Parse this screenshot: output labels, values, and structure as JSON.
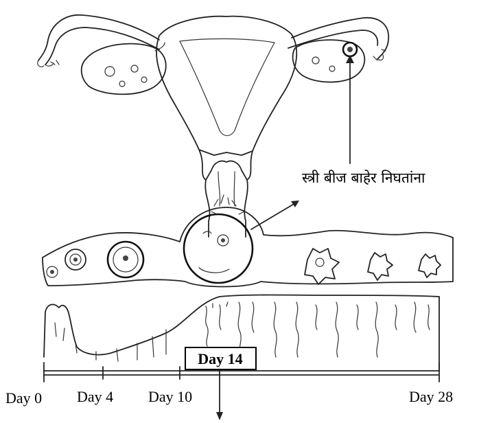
{
  "diagram": {
    "ovulation_label": "स्त्री बीज बाहेर निघतांना",
    "day_labels": {
      "day0": "Day 0",
      "day4": "Day 4",
      "day10": "Day 10",
      "day14": "Day 14",
      "day28": "Day 28"
    }
  }
}
